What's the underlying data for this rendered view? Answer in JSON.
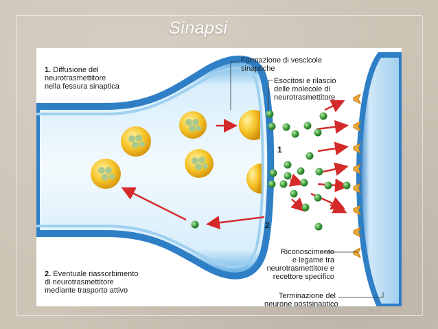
{
  "slide": {
    "title": "Sinapsi"
  },
  "diagram": {
    "labels": {
      "step1_num": "1.",
      "step1_text": "Diffusione del\nneurotrasmettitore\nnella fessura sinaptica",
      "step2_num": "2.",
      "step2_text": "Eventuale riassorbimento\ndi neurotrasmettitore\nmediante trasporto attivo",
      "vesicle_formation": "Formazione di vescicole\nsinaptiche",
      "exocytosis": "Esocitosi e rilascio\ndelle molecole di\nneurotrasmettitore",
      "recognition": "Riconoscimento\ne legame tra\nneurotrasmettitore e\nrecettore specifico",
      "termination": "Terminazione del\nneurone postsinaptico",
      "marker_1": "1",
      "marker_2": "2"
    },
    "colors": {
      "membrane_dark": "#2f7fc6",
      "membrane_light": "#bfe0f7",
      "vesicle": "#f2b318",
      "neurotransmitter": "#3a9a3a",
      "arrow": "#d42a2a",
      "receptor": "#e8a93a"
    }
  }
}
